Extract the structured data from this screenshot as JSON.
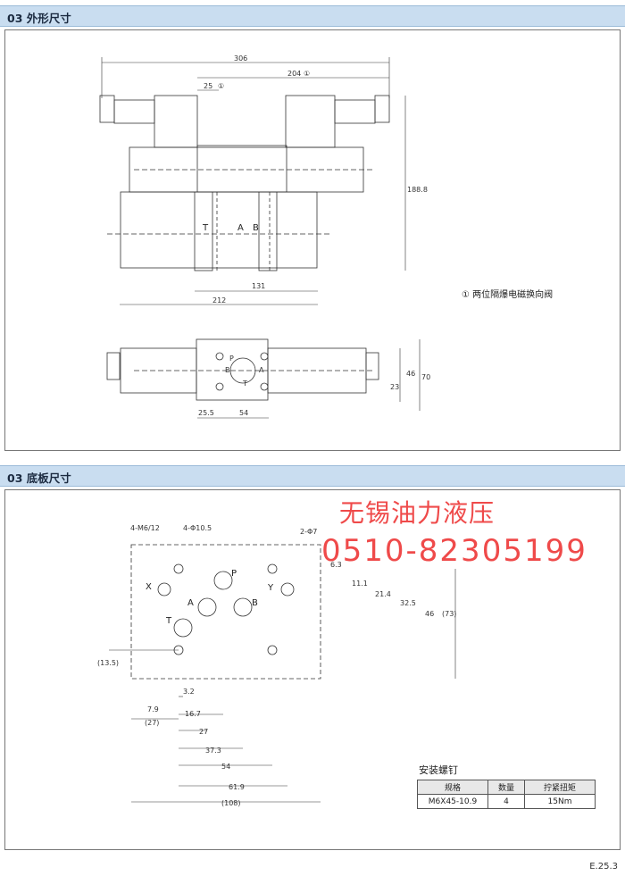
{
  "sections": {
    "outline_title": "03 外形尺寸",
    "base_title": "03 底板尺寸"
  },
  "outline": {
    "dims": [
      "306",
      "204",
      "25",
      "188.8",
      "131",
      "212",
      "25.5",
      "54",
      "46",
      "70",
      "23"
    ],
    "circled_one": "①",
    "port_labels": [
      "T",
      "A",
      "B"
    ],
    "plan_labels": [
      "P",
      "A",
      "B",
      "T"
    ],
    "note": "① 两位隔爆电磁换向阀"
  },
  "base": {
    "callouts": [
      "4-M6/12",
      "4-Φ10.5",
      "2-Φ7"
    ],
    "port_labels": [
      "X",
      "P",
      "Y",
      "A",
      "B",
      "T"
    ],
    "v_dims": [
      "6.3",
      "11.1",
      "21.4",
      "32.5",
      "46",
      "(73)",
      "(13.5)"
    ],
    "h_dims": [
      "3.2",
      "7.9",
      "16.7",
      "(27)",
      "27",
      "37.3",
      "54",
      "61.9",
      "(108)"
    ]
  },
  "watermark": {
    "company": "无锡油力液压",
    "phone": "0510-82305199"
  },
  "bolt_table": {
    "title": "安装螺钉",
    "headers": [
      "规格",
      "数量",
      "拧紧扭矩"
    ],
    "row": [
      "M6X45-10.9",
      "4",
      "15Nm"
    ]
  },
  "page_number": "E.25.3"
}
